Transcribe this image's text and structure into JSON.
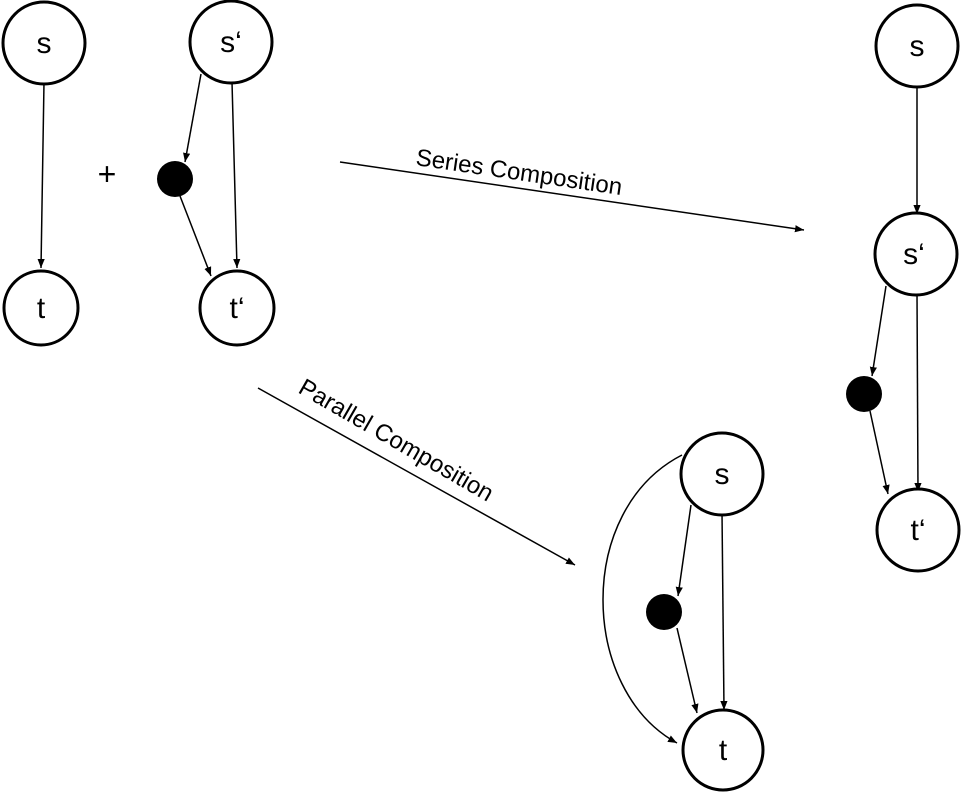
{
  "graph_g1": {
    "source": "s",
    "sink": "t"
  },
  "plus": "+",
  "graph_g2": {
    "source": "s‘",
    "sink": "t‘"
  },
  "series": {
    "label": "Series Composition",
    "result": {
      "source": "s",
      "middle": "s‘",
      "sink": "t‘"
    }
  },
  "parallel": {
    "label": "Parallel Composition",
    "result": {
      "source": "s",
      "sink": "t"
    }
  }
}
